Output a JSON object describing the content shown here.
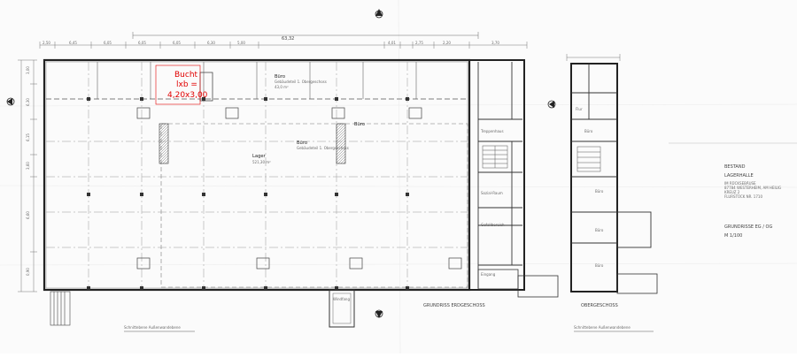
{
  "overall_dimension": "63,32",
  "top_dims": [
    "2,50",
    "6,45",
    "6,05",
    "6,05",
    "6,05",
    "6,30",
    "5,00",
    "4,01",
    "2,75",
    "2,20",
    "3,70"
  ],
  "left_dims": [
    "3,00",
    "6,30",
    "6,15",
    "3,60",
    "6,60",
    "0,90"
  ],
  "callout": {
    "line1": "Bucht",
    "line2": "lxb =",
    "line3": "4,20x3,00",
    "color": "#e10000"
  },
  "ground_floor": {
    "caption": "GRUNDRISS   ERDGESCHOSS",
    "bottom_note": "Schnittebene Außenwandebene",
    "rooms": [
      {
        "name": "Büro",
        "sub": "Gebäudeteil 1. Obergeschoss",
        "area": "43,0 m²"
      },
      {
        "name": "Lager",
        "sub": "",
        "area": "521,30 m²"
      },
      {
        "name": "Büro",
        "sub": "Gebäudeteil 1. Obergeschoss",
        "area": ""
      },
      {
        "name": "Büro",
        "sub": "",
        "area": ""
      },
      {
        "name": "Gefallbereich",
        "sub": "",
        "area": ""
      },
      {
        "name": "Sozial-Raum",
        "sub": "",
        "area": ""
      },
      {
        "name": "Treppenhaus",
        "sub": "",
        "area": ""
      },
      {
        "name": "Eingang",
        "sub": "",
        "area": ""
      },
      {
        "name": "Windfang",
        "sub": "",
        "area": ""
      }
    ]
  },
  "upper_floor": {
    "caption": "OBERGESCHOSS",
    "bottom_note": "Schnittebene Außenwandebene",
    "rooms": [
      {
        "name": "Büro"
      },
      {
        "name": "Büro"
      },
      {
        "name": "Büro"
      },
      {
        "name": "Büro"
      },
      {
        "name": "Flur"
      }
    ]
  },
  "title_block": {
    "heading": "BESTAND",
    "object": "LAGERHALLE",
    "address_lines": [
      "IM RÜCKSEBÄUSE",
      "87784 WESTERHEIM, AM HEILIG",
      "KREUZ 2",
      "FLURSTÜCK NR. 1710"
    ],
    "drawing": "GRUNDRISSE  EG / OG",
    "scale": "M 1/100"
  }
}
